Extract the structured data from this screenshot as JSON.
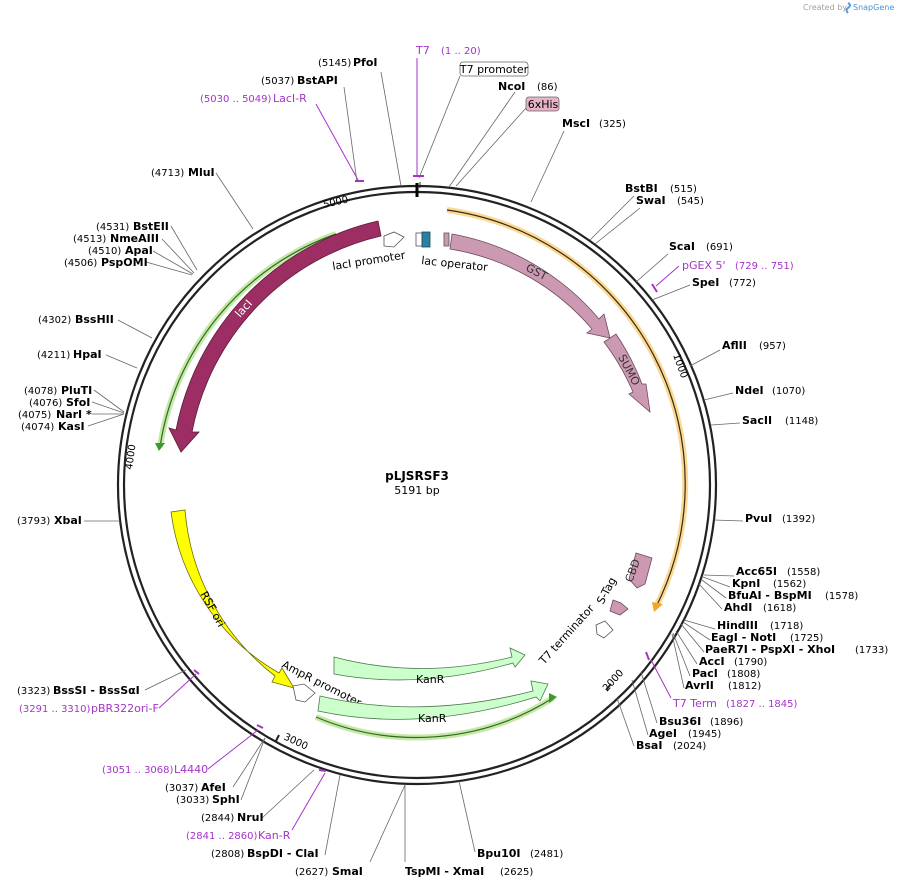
{
  "credit": {
    "text": "Created by",
    "brand": "SnapGene"
  },
  "plasmid": {
    "name": "pLJSRSF3",
    "size_label": "5191 bp",
    "length_bp": 5191
  },
  "ticks": [
    "1000",
    "2000",
    "3000",
    "4000",
    "5000"
  ],
  "enzymes": [
    {
      "name": "PfoI",
      "pos": "(5145)"
    },
    {
      "name": "BstAPI",
      "pos": "(5037)"
    },
    {
      "name": "NcoI",
      "pos": "(86)"
    },
    {
      "name": "MscI",
      "pos": "(325)"
    },
    {
      "name": "BstBI",
      "pos": "(515)"
    },
    {
      "name": "SwaI",
      "pos": "(545)"
    },
    {
      "name": "ScaI",
      "pos": "(691)"
    },
    {
      "name": "SpeI",
      "pos": "(772)"
    },
    {
      "name": "AflII",
      "pos": "(957)"
    },
    {
      "name": "NdeI",
      "pos": "(1070)"
    },
    {
      "name": "SacII",
      "pos": "(1148)"
    },
    {
      "name": "PvuI",
      "pos": "(1392)"
    },
    {
      "name": "Acc65I",
      "pos": "(1558)"
    },
    {
      "name": "KpnI",
      "pos": "(1562)"
    },
    {
      "name": "BfuAI - BspMI",
      "pos": "(1578)"
    },
    {
      "name": "AhdI",
      "pos": "(1618)"
    },
    {
      "name": "HindIII",
      "pos": "(1718)"
    },
    {
      "name": "EagI - NotI",
      "pos": "(1725)"
    },
    {
      "name": "PaeR7I - PspXI - XhoI",
      "pos": "(1733)"
    },
    {
      "name": "AccI",
      "pos": "(1790)"
    },
    {
      "name": "PacI",
      "pos": "(1808)"
    },
    {
      "name": "AvrII",
      "pos": "(1812)"
    },
    {
      "name": "Bsu36I",
      "pos": "(1896)"
    },
    {
      "name": "AgeI",
      "pos": "(1945)"
    },
    {
      "name": "BsaI",
      "pos": "(2024)"
    },
    {
      "name": "Bpu10I",
      "pos": "(2481)"
    },
    {
      "name": "TspMI - XmaI",
      "pos": "(2625)"
    },
    {
      "name": "SmaI",
      "pos": "(2627)"
    },
    {
      "name": "BspDI - ClaI",
      "pos": "(2808)"
    },
    {
      "name": "NruI",
      "pos": "(2844)"
    },
    {
      "name": "SphI",
      "pos": "(3033)"
    },
    {
      "name": "AfeI",
      "pos": "(3037)"
    },
    {
      "name": "BssSI - BssSαI",
      "pos": "(3323)"
    },
    {
      "name": "XbaI",
      "pos": "(3793)"
    },
    {
      "name": "KasI",
      "pos": "(4074)"
    },
    {
      "name": "NarI *",
      "pos": "(4075)"
    },
    {
      "name": "SfoI",
      "pos": "(4076)"
    },
    {
      "name": "PluTI",
      "pos": "(4078)"
    },
    {
      "name": "HpaI",
      "pos": "(4211)"
    },
    {
      "name": "BssHII",
      "pos": "(4302)"
    },
    {
      "name": "PspOMI",
      "pos": "(4506)"
    },
    {
      "name": "ApaI",
      "pos": "(4510)"
    },
    {
      "name": "NmeAIII",
      "pos": "(4513)"
    },
    {
      "name": "BstEII",
      "pos": "(4531)"
    },
    {
      "name": "MluI",
      "pos": "(4713)"
    }
  ],
  "primers": [
    {
      "name": "T7",
      "pos": "(1 .. 20)"
    },
    {
      "name": "LacI-R",
      "pos": "(5030 .. 5049)"
    },
    {
      "name": "pGEX 5'",
      "pos": "(729 .. 751)"
    },
    {
      "name": "T7 Term",
      "pos": "(1827 .. 1845)"
    },
    {
      "name": "pBR322ori-F",
      "pos": "(3291 .. 3310)"
    },
    {
      "name": "L4440",
      "pos": "(3051 .. 3068)"
    },
    {
      "name": "Kan-R",
      "pos": "(2841 .. 2860)"
    }
  ],
  "boxed_features": [
    {
      "name": "T7 promoter"
    },
    {
      "name": "6xHis"
    }
  ],
  "features": {
    "laci": "lacI",
    "laci_promoter": "lacI promoter",
    "lac_operator": "lac operator",
    "gst": "GST",
    "sumo": "SUMO",
    "cbd": "CBD",
    "stag": "S-Tag",
    "t7_terminator": "T7 terminator",
    "rsf_ori": "RSF ori",
    "ampr_promoter": "AmpR promoter",
    "kanr_1": "KanR",
    "kanr_2": "KanR"
  },
  "colors": {
    "laci": "#9c2e63",
    "gst": "#cc99b3",
    "rsf_ori": "#ffff00",
    "kanr": "#ccffcc",
    "primer": "#a533c8",
    "orf_orange": "#f5a623",
    "orf_green": "#3d9a2a",
    "lac_operator": "#2b7fa0"
  }
}
